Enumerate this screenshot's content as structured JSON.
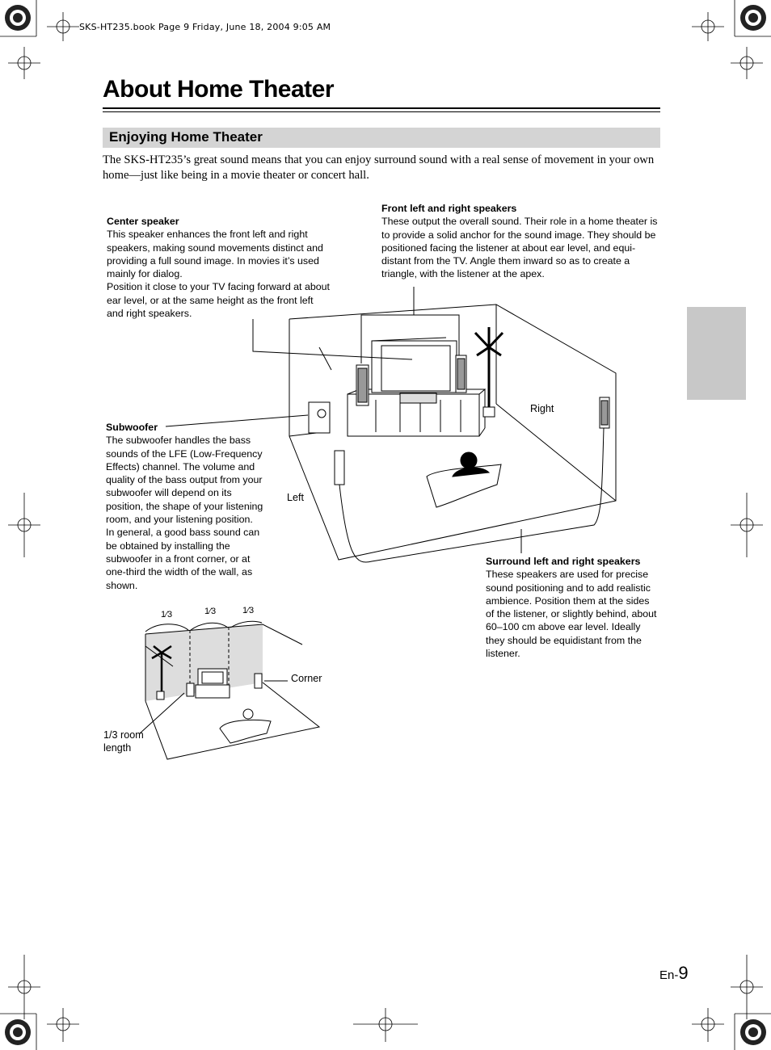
{
  "header": {
    "print_info": "SKS-HT235.book  Page 9  Friday, June 18, 2004  9:05 AM"
  },
  "page": {
    "title": "About Home Theater",
    "section_heading": "Enjoying Home Theater",
    "intro": "The SKS-HT235’s great sound means that you can enjoy surround sound with a real sense of movement in your own home—just like being in a movie theater or concert hall."
  },
  "center_speaker": {
    "heading": "Center speaker",
    "text": "This speaker enhances the front left and right speakers, making sound movements distinct and providing a full sound image. In movies it’s used mainly for dialog.",
    "text2": "Position it close to your TV facing forward at about ear level, or at the same height as the front left and right speakers."
  },
  "front_speakers": {
    "heading": "Front left and right speakers",
    "text": "These output the overall sound. Their role in a home theater is to provide a solid anchor for the sound image. They should be positioned facing the listener at about ear level, and equi-distant from the TV. Angle them inward so as to create a triangle, with the listener at the apex."
  },
  "subwoofer": {
    "heading": "Subwoofer",
    "text": "The subwoofer handles the bass sounds of the LFE (Low-Frequency Effects) channel. The volume and quality of the bass output from your subwoofer will depend on its position, the shape of your listening room, and your listening position. In general, a good bass sound can be obtained by installing the subwoofer in a front corner, or at one-third the width of the wall, as shown."
  },
  "surround_speakers": {
    "heading": "Surround left and right speakers",
    "text": "These speakers are used for precise sound positioning and to add realistic ambience. Position them at the sides of the listener, or slightly behind, about 60–100 cm above ear level. Ideally they should be equidistant from the listener."
  },
  "diagram_labels": {
    "right": "Right",
    "left": "Left",
    "corner": "Corner",
    "room_length_1": "1/3 room",
    "room_length_2": "length",
    "thirds": [
      "1⁄3",
      "1⁄3",
      "1⁄3"
    ]
  },
  "footer": {
    "prefix": "En-",
    "page_number": "9"
  }
}
